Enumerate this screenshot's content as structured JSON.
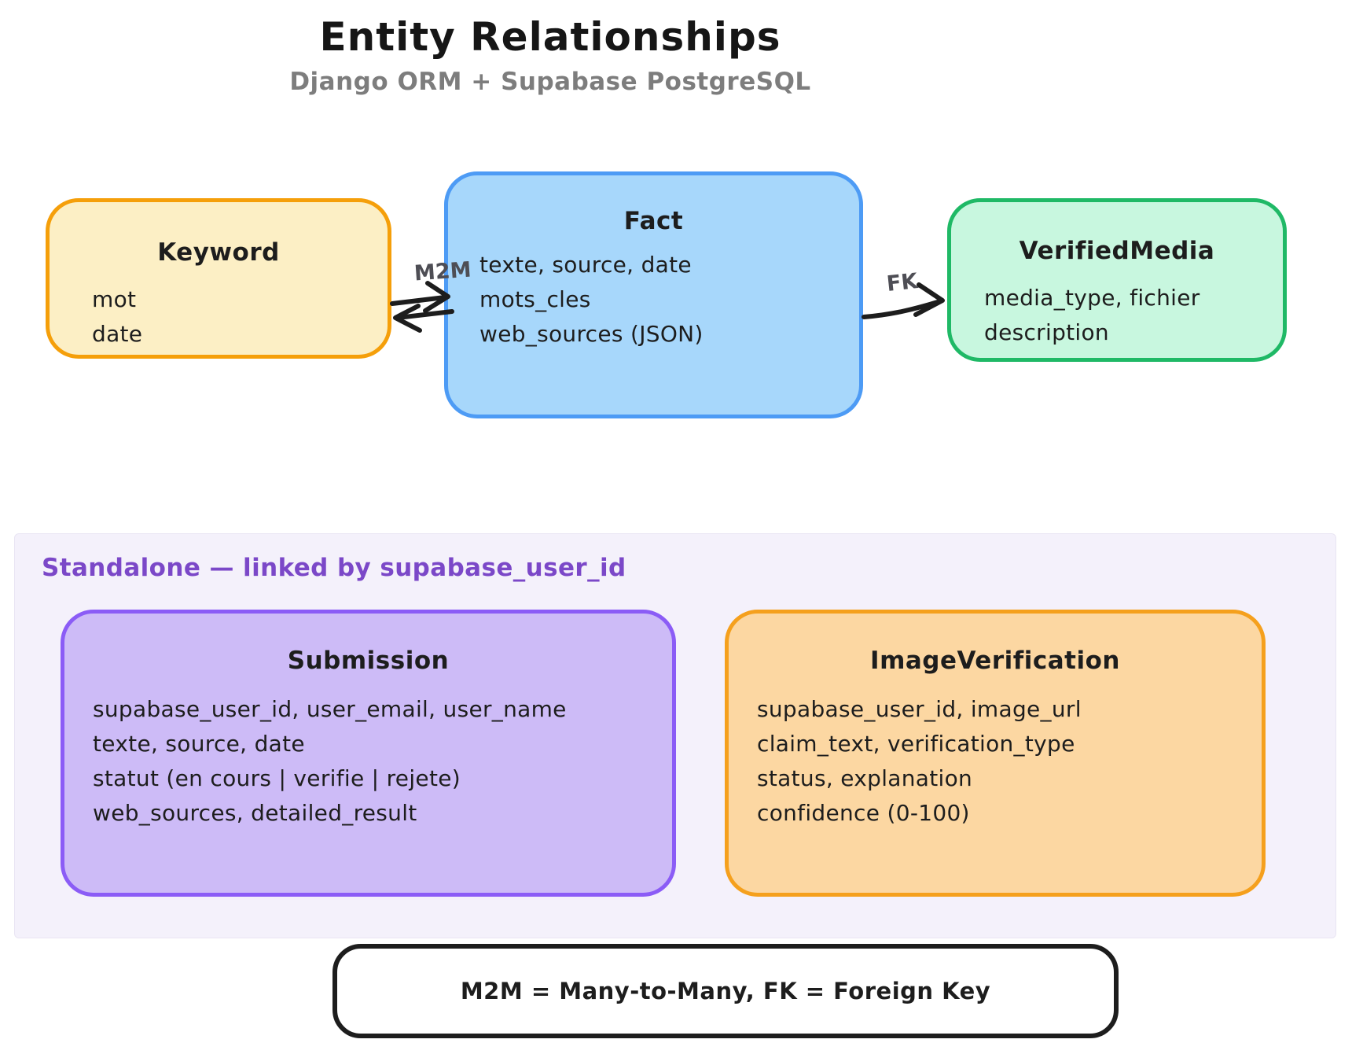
{
  "header": {
    "title": "Entity Relationships",
    "subtitle": "Django ORM + Supabase PostgreSQL"
  },
  "entities": {
    "keyword": {
      "title": "Keyword",
      "fields": [
        "mot",
        "date"
      ],
      "border": "#F59F0A",
      "fill": "#FCEFC5"
    },
    "fact": {
      "title": "Fact",
      "fields": [
        "texte, source, date",
        "mots_cles",
        "web_sources (JSON)"
      ],
      "border": "#4D9BF5",
      "fill": "#A7D7FB"
    },
    "verified_media": {
      "title": "VerifiedMedia",
      "fields": [
        "media_type, fichier",
        "description"
      ],
      "border": "#1FB966",
      "fill": "#C8F7DF"
    },
    "submission": {
      "title": "Submission",
      "fields": [
        "supabase_user_id, user_email, user_name",
        "texte, source, date",
        "statut (en cours | verifie | rejete)",
        "web_sources, detailed_result"
      ],
      "border": "#8B5CF6",
      "fill": "#CDBBF7"
    },
    "image_verification": {
      "title": "ImageVerification",
      "fields": [
        "supabase_user_id, image_url",
        "claim_text, verification_type",
        "status, explanation",
        "confidence (0-100)"
      ],
      "border": "#F5A01D",
      "fill": "#FCD7A2"
    }
  },
  "relationships": {
    "m2m_label": "M2M",
    "fk_label": "FK",
    "arrow_color": "#1d1d1d"
  },
  "group": {
    "label": "Standalone — linked by supabase_user_id",
    "label_color": "#7B48C8",
    "fill": "#F4F1FB"
  },
  "legend": {
    "text": "M2M = Many-to-Many, FK = Foreign Key"
  }
}
